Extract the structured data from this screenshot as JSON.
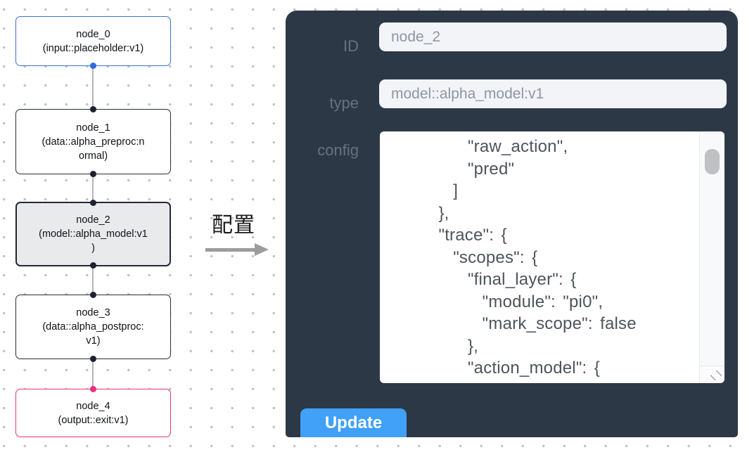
{
  "canvas": {
    "nodes": [
      {
        "id": "node_0",
        "label_lines": [
          "node_0",
          "(input::placeholder:v1)"
        ],
        "border_color": "#3d6fd2",
        "fill": "#ffffff",
        "selected": false,
        "top_port": null,
        "bottom_port": "#2e6be0"
      },
      {
        "id": "node_1",
        "label_lines": [
          "node_1",
          "(data::alpha_preproc:n",
          "ormal)"
        ],
        "border_color": "#272d3a",
        "fill": "#ffffff",
        "selected": false,
        "top_port": "#1c212e",
        "bottom_port": "#1c212e"
      },
      {
        "id": "node_2",
        "label_lines": [
          "node_2",
          "(model::alpha_model:v1",
          ")"
        ],
        "border_color": "#222838",
        "fill": "#e9eaec",
        "selected": true,
        "top_port": "#1c212e",
        "bottom_port": "#1c212e"
      },
      {
        "id": "node_3",
        "label_lines": [
          "node_3",
          "(data::alpha_postproc:",
          "v1)"
        ],
        "border_color": "#272d3a",
        "fill": "#ffffff",
        "selected": false,
        "top_port": "#1c212e",
        "bottom_port": "#1c212e"
      },
      {
        "id": "node_4",
        "label_lines": [
          "node_4",
          "(output::exit:v1)"
        ],
        "border_color": "#e93377",
        "fill": "#ffffff",
        "selected": false,
        "top_port": "#ee2d7e",
        "bottom_port": null
      }
    ]
  },
  "transfer": {
    "label": "配置"
  },
  "panel": {
    "bg_color": "#2d3847",
    "fields": [
      {
        "label": "ID",
        "value": "node_2"
      },
      {
        "label": "type",
        "value": "model::alpha_model:v1"
      }
    ],
    "config_label": "config",
    "config_lines": [
      "        \"raw_action\",",
      "        \"pred\"",
      "      ]",
      "    },",
      "    \"trace\": {",
      "      \"scopes\": {",
      "        \"final_layer\": {",
      "          \"module\": \"pi0\",",
      "          \"mark_scope\": false",
      "        },",
      "        \"action_model\": {"
    ],
    "update_button": {
      "label": "Update",
      "color": "#41a0f8"
    }
  }
}
